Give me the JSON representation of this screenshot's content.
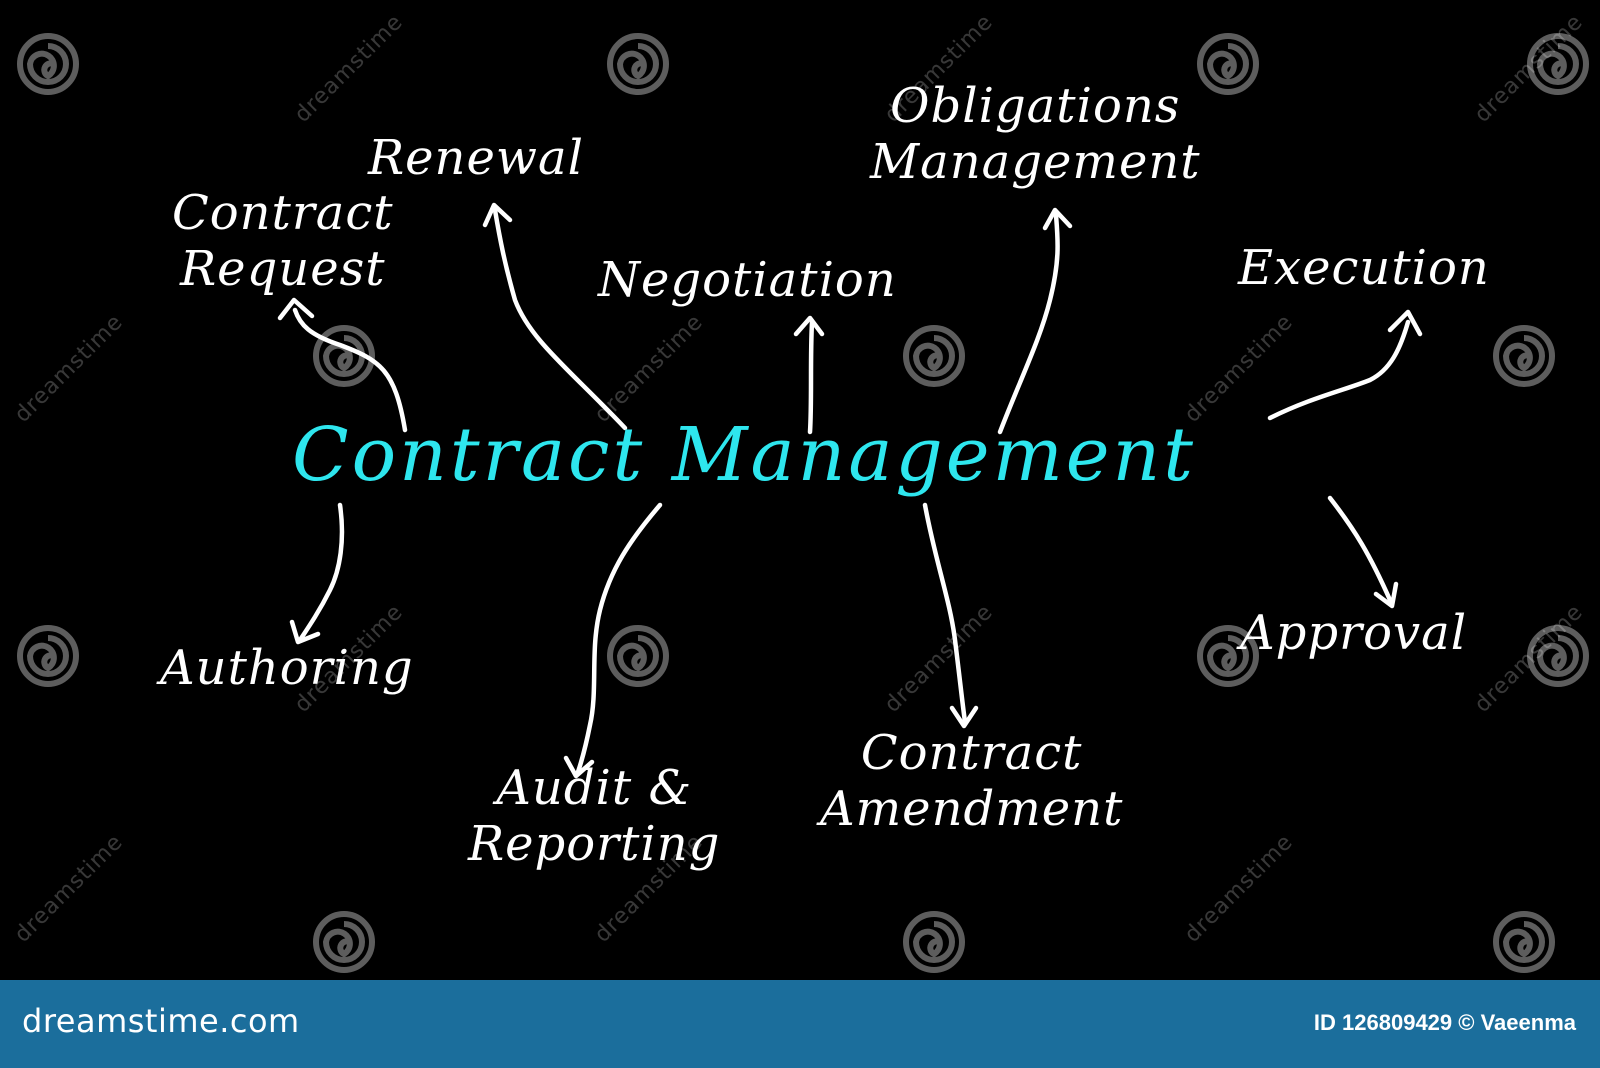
{
  "diagram": {
    "center": "Contract Management",
    "nodes": {
      "contract_request": "Contract\nRequest",
      "renewal": "Renewal",
      "negotiation": "Negotiation",
      "obligations": "Obligations\nManagement",
      "execution": "Execution",
      "authoring": "Authoring",
      "audit": "Audit &\nReporting",
      "amendment": "Contract\nAmendment",
      "approval": "Approval"
    }
  },
  "watermark": {
    "text": "dreamstime"
  },
  "footer": {
    "site": "dreamstime.com",
    "id_credit": "ID 126809429 © Vaeenma"
  },
  "colors": {
    "background": "#000000",
    "center_text": "#2ee6ee",
    "node_text": "#ffffff",
    "footer_bar": "#1b6e9c"
  },
  "icons": [
    "dreamstime-spiral-icon",
    "arrow-icon"
  ]
}
